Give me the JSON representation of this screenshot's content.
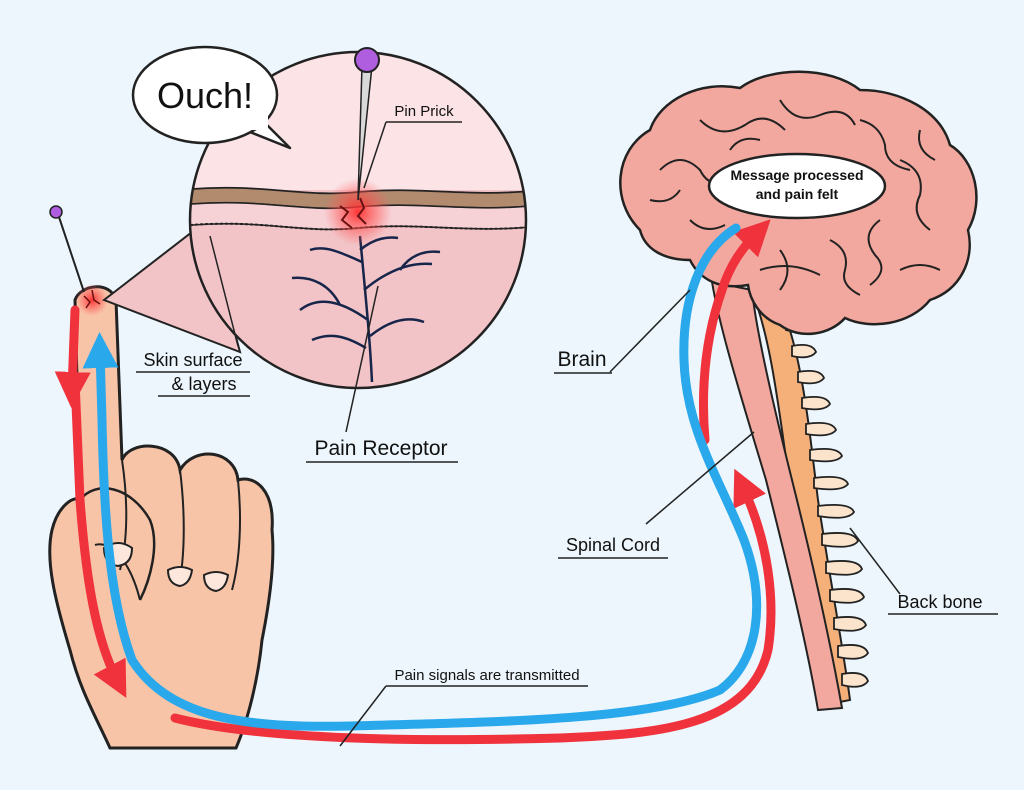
{
  "labels": {
    "ouch": "Ouch!",
    "pin_prick": "Pin Prick",
    "skin_line1": "Skin surface",
    "skin_line2": "& layers",
    "pain_receptor": "Pain Receptor",
    "brain": "Brain",
    "message_line1": "Message processed",
    "message_line2": "and pain felt",
    "spinal_cord": "Spinal Cord",
    "back_bone": "Back bone",
    "pain_signals": "Pain signals are transmitted"
  },
  "colors": {
    "background": "#ecf6fc",
    "skin": "#f8c4a8",
    "brain": "#f2a89e",
    "spine": "#f5b07a",
    "signal_to_brain": "#f0323c",
    "signal_from_brain": "#2aa8ec",
    "pin_head": "#b05ee0",
    "nerve": "#17254a"
  }
}
